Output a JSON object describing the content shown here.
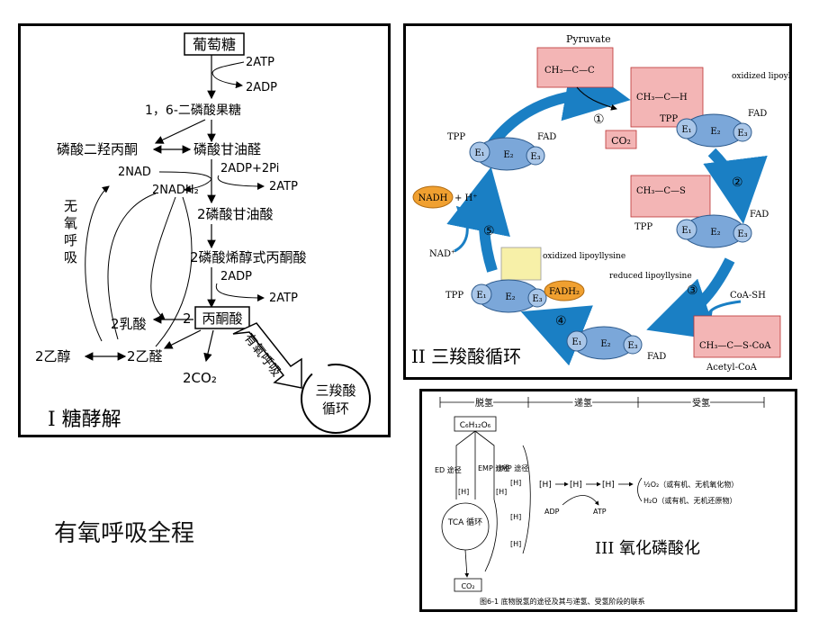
{
  "page_title": "有氧呼吸全程",
  "panel1": {
    "label": "I 糖酵解",
    "glucose": "葡萄糖",
    "atp_in": "2ATP",
    "adp_out": "2ADP",
    "fbp": "1，6-二磷酸果糖",
    "dhap": "磷酸二羟丙酮",
    "g3p": "磷酸甘油醛",
    "nad": "2NAD",
    "adp_pi": "2ADP+2Pi",
    "atp_1": "2ATP",
    "nadh2": "2NADH₂",
    "bpg": "2磷酸甘油酸",
    "pep": "2磷酸烯醇式丙酮酸",
    "adp_2": "2ADP",
    "atp_2": "2ATP",
    "pyruvate_num": "2",
    "pyruvate": "丙酮酸",
    "lactate": "2乳酸",
    "ethanol": "2乙醇",
    "acetaldehyde": "2乙醛",
    "co2": "2CO₂",
    "anaerobic": "无氧呼吸",
    "aerobic": "有氧呼吸",
    "tca_line1": "三羧酸",
    "tca_line2": "循环"
  },
  "panel2": {
    "label": "II 三羧酸循环",
    "pyruvate": "Pyruvate",
    "oxidized_lipo_top": "oxidized lipoyllysine",
    "co2": "CO₂",
    "tpp": "TPP",
    "fad": "FAD",
    "e1": "E₁",
    "e2": "E₂",
    "e3": "E₃",
    "nadh": "NADH",
    "h_plus": "+ H⁺",
    "nad_plus": "NAD⁺",
    "fadh2": "FADH₂",
    "oxidized_lipo_mid": "oxidized lipoyllysine",
    "reduced_lipo": "reduced lipoyllysine",
    "coa_sh": "CoA-SH",
    "acetyl_coa_label": "Acetyl-CoA",
    "acetyl_coa_formula": "CH₃—C—S-CoA",
    "steps": [
      "①",
      "②",
      "③",
      "④",
      "⑤"
    ]
  },
  "panel3": {
    "label": "III 氧化磷酸化",
    "header_1": "脱氢",
    "header_2": "递氢",
    "header_3": "受氢",
    "glucose": "C₆H₁₂O₆",
    "ed": "ED 途径",
    "emp": "EMP 途径",
    "hmp": "HMP 途径",
    "h": "[H]",
    "tca": "TCA 循环",
    "co2": "CO₂",
    "adp": "ADP",
    "atp": "ATP",
    "acceptor_o2": "½O₂（或有机、无机氧化物）",
    "acceptor_h2o": "H₂O（或有机、无机还原物）",
    "caption": "图6-1 底物脱氢的途径及其与递氢、受氢阶段的联系"
  }
}
